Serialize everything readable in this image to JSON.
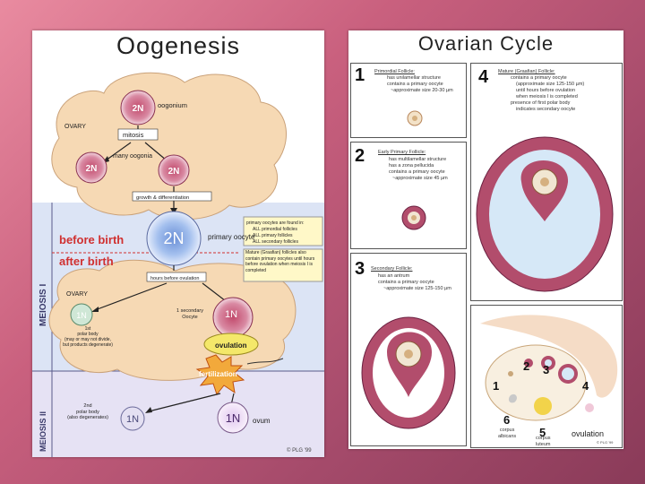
{
  "left": {
    "title": "Oogenesis",
    "labels": {
      "oogonium": "oogonium",
      "ovary_top": "OVARY",
      "mitosis": "mitosis",
      "many_oogonia": "many\noogonia",
      "growth": "growth & differentiation",
      "before_birth": "before birth",
      "after_birth": "after birth",
      "meiosis_i": "MEIOSIS I",
      "meiosis_ii": "MEIOSIS II",
      "primary_oocyte": "primary\noocyte",
      "found_in_title": "primary oocytes are found in:",
      "found_in_1": "ALL primordial follicles",
      "found_in_2": "ALL primary follicles",
      "found_in_3": "ALL secondary follicles",
      "mature_note": "Mature (Graafian) follicles also contain primary oocytes until hours before ovulation when meiosis I is completed",
      "hours_before": "hours before ovulation",
      "ovary_mid": "OVARY",
      "secondary_oocyte": "1 secondary\nOocyte",
      "first_polar": "1st\npolar body\n(may or may not divide,\nbut products degenerate)",
      "ovulation": "ovulation",
      "fertilization": "fertilization",
      "second_polar": "2nd\npolar body\n(also degenerates)",
      "ovum": "ovum",
      "copyright": "© PLG '99"
    },
    "ploidy": {
      "two_n": "2N",
      "one_n": "1N"
    }
  },
  "right": {
    "title": "Ovarian Cycle",
    "stage1": {
      "num": "1",
      "name": "Primordial Follicle:",
      "lines": [
        "has unilamellar structure",
        "contains a primary oocyte",
        "~approximate size 20-30 µm"
      ]
    },
    "stage2": {
      "num": "2",
      "name": "Early Primary Follicle:",
      "lines": [
        "has multilamellar structure",
        "has a zona pellucida",
        "contains a primary oocyte",
        "~approximate size 45 µm"
      ]
    },
    "stage3": {
      "num": "3",
      "name": "Secondary Follicle:",
      "lines": [
        "has an antrum",
        "contains a primary oocyte",
        "~approximate size 125-150 µm"
      ]
    },
    "stage4": {
      "num": "4",
      "name": "Mature (Graafian) Follicle:",
      "lines": [
        "contains a primary oocyte",
        "(approximate size 125-150 µm)",
        "until hours before ovulation",
        "when meiosis I is completed",
        "presence of first polar body",
        "indicates secondary oocyte"
      ]
    },
    "ovary": {
      "n1": "1",
      "n2": "2",
      "n3": "3",
      "n4": "4",
      "n5": "5",
      "n6": "6",
      "corpus_albicans": "corpus\nalbicans",
      "corpus_luteum": "corpus\nluteum",
      "ovulation": "ovulation",
      "copyright": "© PLG '99"
    }
  },
  "colors": {
    "nucleus": "#c0486a",
    "ovary_bg": "#f6d9b4",
    "meiosis_band": "#dce4f5",
    "follicle": "#b24d6c",
    "antrum": "#d6e8f7"
  }
}
